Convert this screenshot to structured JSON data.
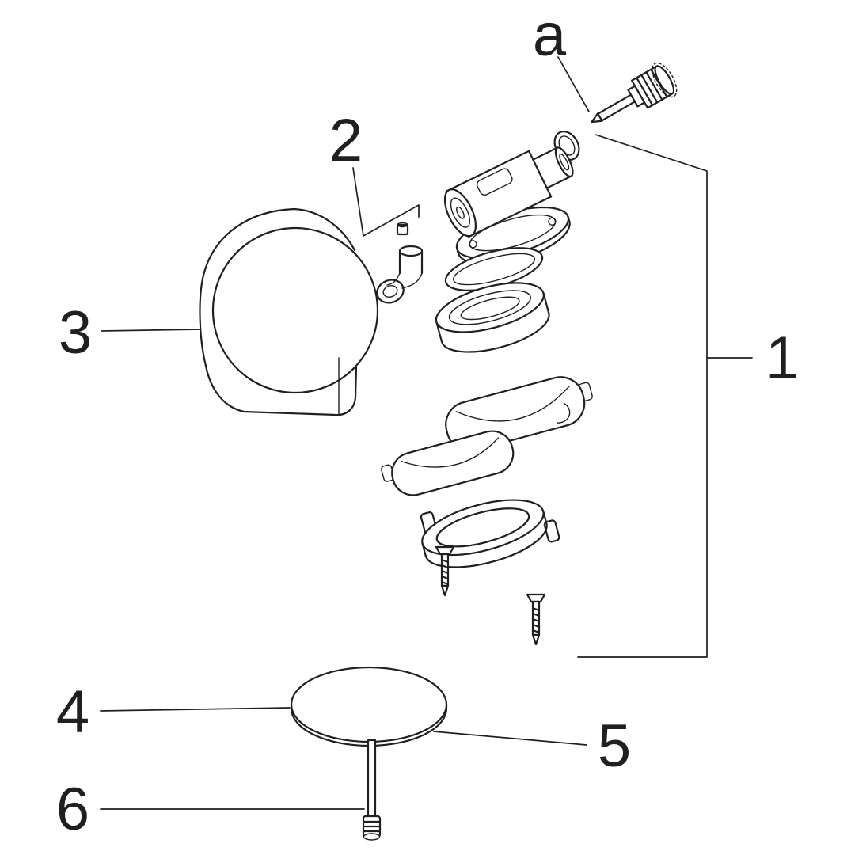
{
  "diagram": {
    "background_color": "#ffffff",
    "line_color": "#231f20",
    "callouts": [
      {
        "label": "a"
      },
      {
        "label": "1"
      },
      {
        "label": "2"
      },
      {
        "label": "3"
      },
      {
        "label": "4"
      },
      {
        "label": "5"
      },
      {
        "label": "6"
      }
    ]
  }
}
